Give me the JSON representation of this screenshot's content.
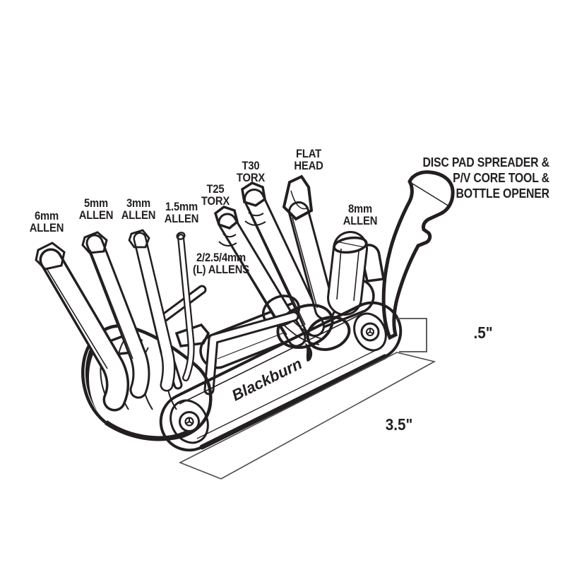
{
  "colors": {
    "background": "#ffffff",
    "ink": "#231f20",
    "dimension_lines": "#4d4d4d"
  },
  "labels": {
    "allen6": {
      "line1": "6mm",
      "line2": "ALLEN"
    },
    "allen5": {
      "line1": "5mm",
      "line2": "ALLEN"
    },
    "allen3": {
      "line1": "3mm",
      "line2": "ALLEN"
    },
    "allen15": {
      "line1": "1.5mm",
      "line2": "ALLEN"
    },
    "allensL": {
      "line1": "2/2.5/4mm",
      "line2": "(L) ALLENS"
    },
    "torx25": {
      "line1": "T25",
      "line2": "TORX"
    },
    "torx30": {
      "line1": "T30",
      "line2": "TORX"
    },
    "flathead": {
      "line1": "FLAT",
      "line2": "HEAD"
    },
    "allen8": {
      "line1": "8mm",
      "line2": "ALLEN"
    },
    "combo": {
      "line1": "DISC PAD SPREADER &",
      "line2": "P/V CORE TOOL &",
      "line3": "BOTTLE OPENER"
    }
  },
  "dimensions": {
    "thickness": ".5\"",
    "length": "3.5\""
  },
  "logo": {
    "brand": "Blackburn"
  }
}
